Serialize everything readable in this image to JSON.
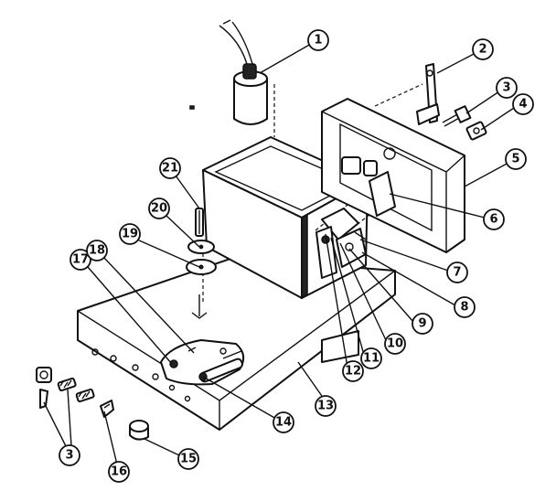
{
  "callouts": [
    {
      "id": "1",
      "label": "1"
    },
    {
      "id": "2",
      "label": "2"
    },
    {
      "id": "3a",
      "label": "3"
    },
    {
      "id": "4",
      "label": "4"
    },
    {
      "id": "5",
      "label": "5"
    },
    {
      "id": "6",
      "label": "6"
    },
    {
      "id": "7",
      "label": "7"
    },
    {
      "id": "8",
      "label": "8"
    },
    {
      "id": "9",
      "label": "9"
    },
    {
      "id": "10",
      "label": "10"
    },
    {
      "id": "11",
      "label": "11"
    },
    {
      "id": "12",
      "label": "12"
    },
    {
      "id": "13",
      "label": "13"
    },
    {
      "id": "14",
      "label": "14"
    },
    {
      "id": "15",
      "label": "15"
    },
    {
      "id": "16",
      "label": "16"
    },
    {
      "id": "17",
      "label": "17"
    },
    {
      "id": "18",
      "label": "18"
    },
    {
      "id": "19",
      "label": "19"
    },
    {
      "id": "20",
      "label": "20"
    },
    {
      "id": "21",
      "label": "21"
    },
    {
      "id": "3b",
      "label": "3"
    }
  ]
}
